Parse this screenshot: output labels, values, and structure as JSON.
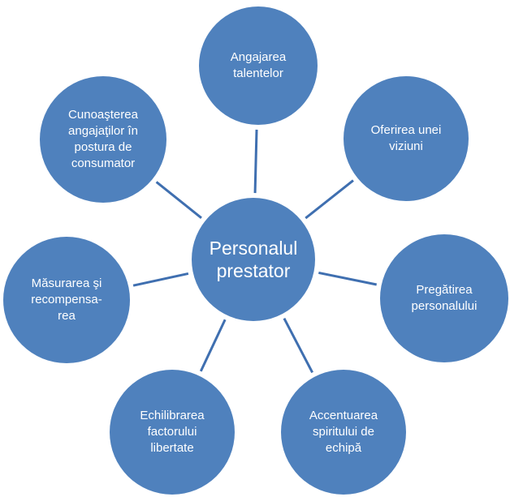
{
  "center": {
    "label": "Personalul\nprestator"
  },
  "nodes": [
    {
      "id": "angajarea",
      "label": "Angajarea\ntalentelor"
    },
    {
      "id": "oferirea",
      "label": "Oferirea unei\nviziuni"
    },
    {
      "id": "pregatirea",
      "label": "Pregătirea\npersonalului"
    },
    {
      "id": "accentuarea",
      "label": "Accentuarea\nspiritului de\nechipă"
    },
    {
      "id": "echilibrarea",
      "label": "Echilibrarea\nfactorului\nlibertate"
    },
    {
      "id": "masurarea",
      "label": "Măsurarea şi\nrecompensa-\nrea"
    },
    {
      "id": "cunoasterea",
      "label": "Cunoaşterea\nangajaţilor în\npostura de\nconsumator"
    }
  ],
  "colors": {
    "node_fill": "#4f81bd",
    "connector": "#3f6fb0",
    "text": "#ffffff"
  }
}
